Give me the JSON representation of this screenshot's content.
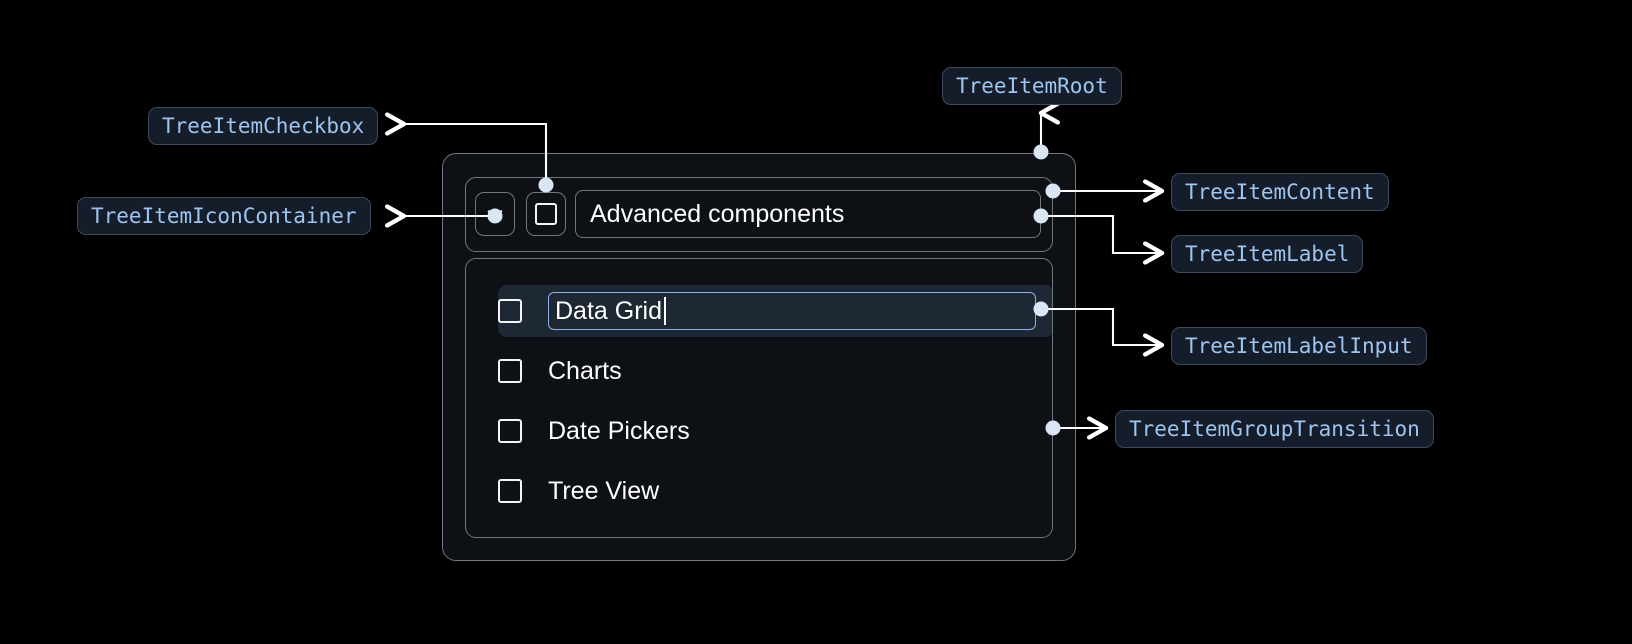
{
  "meta": {
    "title": "TreeItem anatomy diagram",
    "background_color": "#000000"
  },
  "annotations": [
    {
      "id": "tree-item-checkbox",
      "label": "TreeItemCheckbox"
    },
    {
      "id": "tree-item-icon-container",
      "label": "TreeItemIconContainer"
    },
    {
      "id": "tree-item-root",
      "label": "TreeItemRoot"
    },
    {
      "id": "tree-item-content",
      "label": "TreeItemContent"
    },
    {
      "id": "tree-item-label",
      "label": "TreeItemLabel"
    },
    {
      "id": "tree-item-label-input",
      "label": "TreeItemLabelInput"
    },
    {
      "id": "tree-item-group-transition",
      "label": "TreeItemGroupTransition"
    }
  ],
  "component": {
    "icons": {
      "expand": "chevron-down-icon",
      "checkbox": "checkbox-unchecked-icon"
    },
    "root_label": "Advanced components",
    "editing_item": {
      "value": "Data Grid",
      "checked": false,
      "focused": true
    },
    "items": [
      {
        "label": "Data Grid",
        "checked": false,
        "editing": true
      },
      {
        "label": "Charts",
        "checked": false,
        "editing": false
      },
      {
        "label": "Date Pickers",
        "checked": false,
        "editing": false
      },
      {
        "label": "Tree View",
        "checked": false,
        "editing": false
      }
    ]
  },
  "colors": {
    "chip_text": "#9ec5f0",
    "chip_background": "#141d29",
    "chip_border": "#3c4a5e",
    "connector": "#ffffff",
    "connector_dot": "#dbe6f5",
    "panel_border": "#6f777f",
    "panel_background": "#0d1116",
    "selected_row": "#1e2834",
    "input_focus_border": "#8ab4e8",
    "text": "#ffffff"
  }
}
